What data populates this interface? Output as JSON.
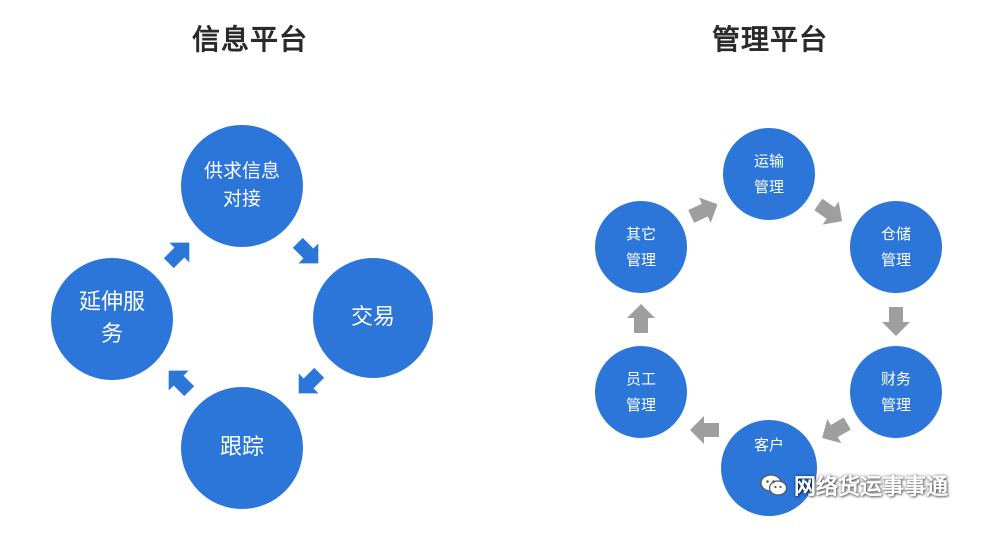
{
  "info_platform": {
    "title": "信息平台",
    "nodes": [
      {
        "line1": "供求信息",
        "line2": "对接"
      },
      {
        "line1": "交易",
        "line2": ""
      },
      {
        "line1": "跟踪",
        "line2": ""
      },
      {
        "line1": "延伸服",
        "line2": "务"
      }
    ]
  },
  "management_platform": {
    "title": "管理平台",
    "nodes": [
      {
        "line1": "运输",
        "line2": "管理"
      },
      {
        "line1": "仓储",
        "line2": "管理"
      },
      {
        "line1": "财务",
        "line2": "管理"
      },
      {
        "line1": "客户",
        "line2": ""
      },
      {
        "line1": "员工",
        "line2": "管理"
      },
      {
        "line1": "其它",
        "line2": "管理"
      }
    ]
  },
  "watermark": {
    "text": "网络货运事事通",
    "icon": "wechat-icon"
  },
  "colors": {
    "node_fill": "#2b76d8",
    "arrow_fill": "#2b76d8",
    "arrow_gray": "#9e9e9e"
  }
}
